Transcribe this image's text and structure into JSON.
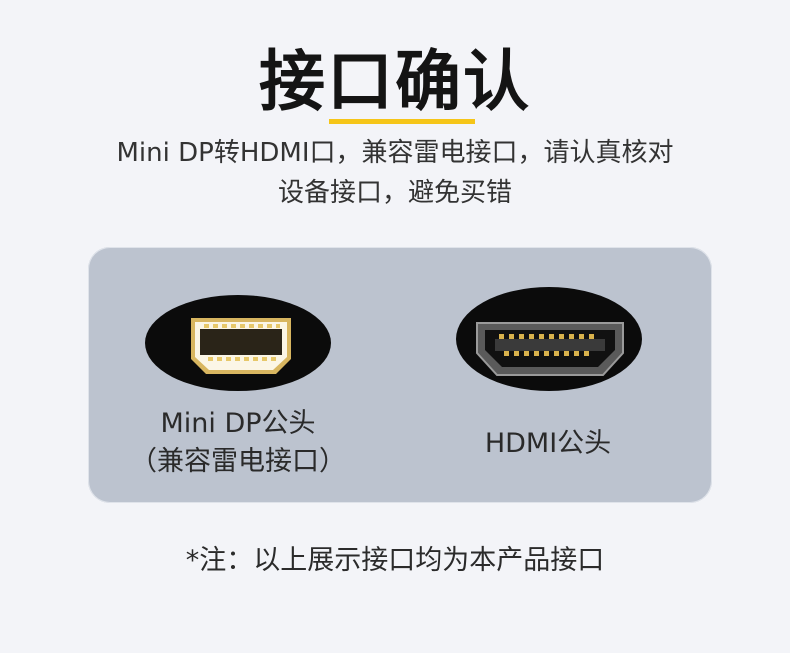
{
  "title": "接口确认",
  "subtitle_line1": "Mini DP转HDMI口，兼容雷电接口，请认真核对",
  "subtitle_line2": "设备接口，避免买错",
  "left_connector": {
    "name": "Mini DP公头",
    "sub": "（兼容雷电接口）",
    "icon": "mini-dp-connector-icon"
  },
  "right_connector": {
    "name": "HDMI公头",
    "icon": "hdmi-connector-icon"
  },
  "note": "*注：以上展示接口均为本产品接口",
  "colors": {
    "accent": "#f5c518",
    "panel": "#bcc3cf",
    "background": "#f3f4f8"
  }
}
